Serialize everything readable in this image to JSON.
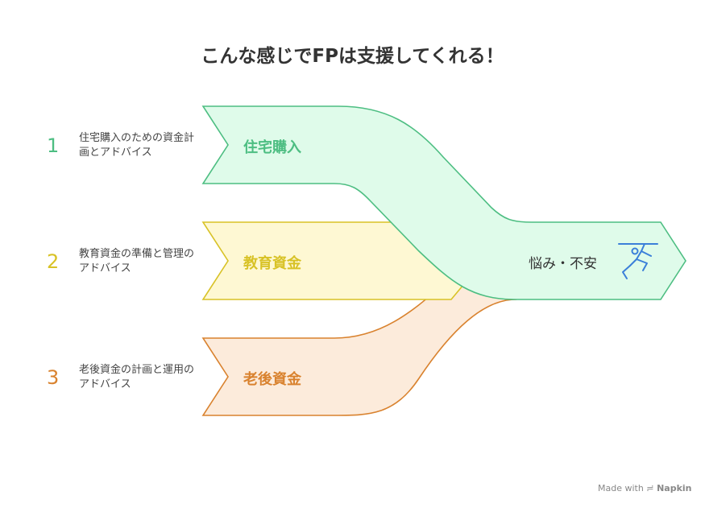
{
  "title": "こんな感じでFPは支援してくれる！",
  "items": [
    {
      "number": "1",
      "description": "住宅購入のための資金計画とアドバイス",
      "label": "住宅購入",
      "color": "#4DBE82",
      "fill": "#DFFBEA"
    },
    {
      "number": "2",
      "description": "教育資金の準備と管理のアドバイス",
      "label": "教育資金",
      "color": "#D8C226",
      "fill": "#FEF8D3"
    },
    {
      "number": "3",
      "description": "老後資金の計画と運用のアドバイス",
      "label": "老後資金",
      "color": "#D9822E",
      "fill": "#FCEBDB"
    }
  ],
  "result": {
    "label": "悩み・不安",
    "icon": "person-climbing-icon",
    "icon_color": "#3B7FD9"
  },
  "footer": {
    "made_with": "Made with",
    "brand": "Napkin",
    "icon": "napkin-logo-icon"
  }
}
